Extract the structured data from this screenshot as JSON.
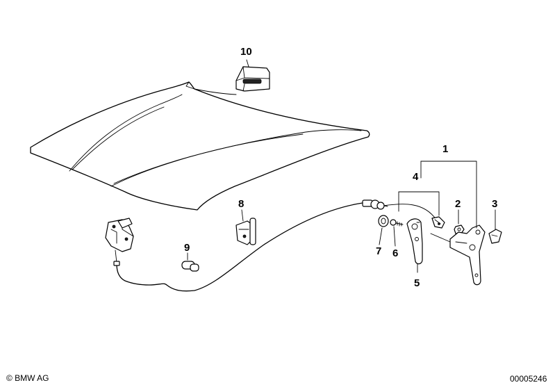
{
  "callouts": {
    "c1": "1",
    "c2": "2",
    "c3": "3",
    "c4": "4",
    "c5": "5",
    "c6": "6",
    "c7": "7",
    "c8": "8",
    "c9": "9",
    "c10": "10"
  },
  "footer": {
    "copyright": "© BMW AG",
    "diagram_id": "00005246"
  }
}
